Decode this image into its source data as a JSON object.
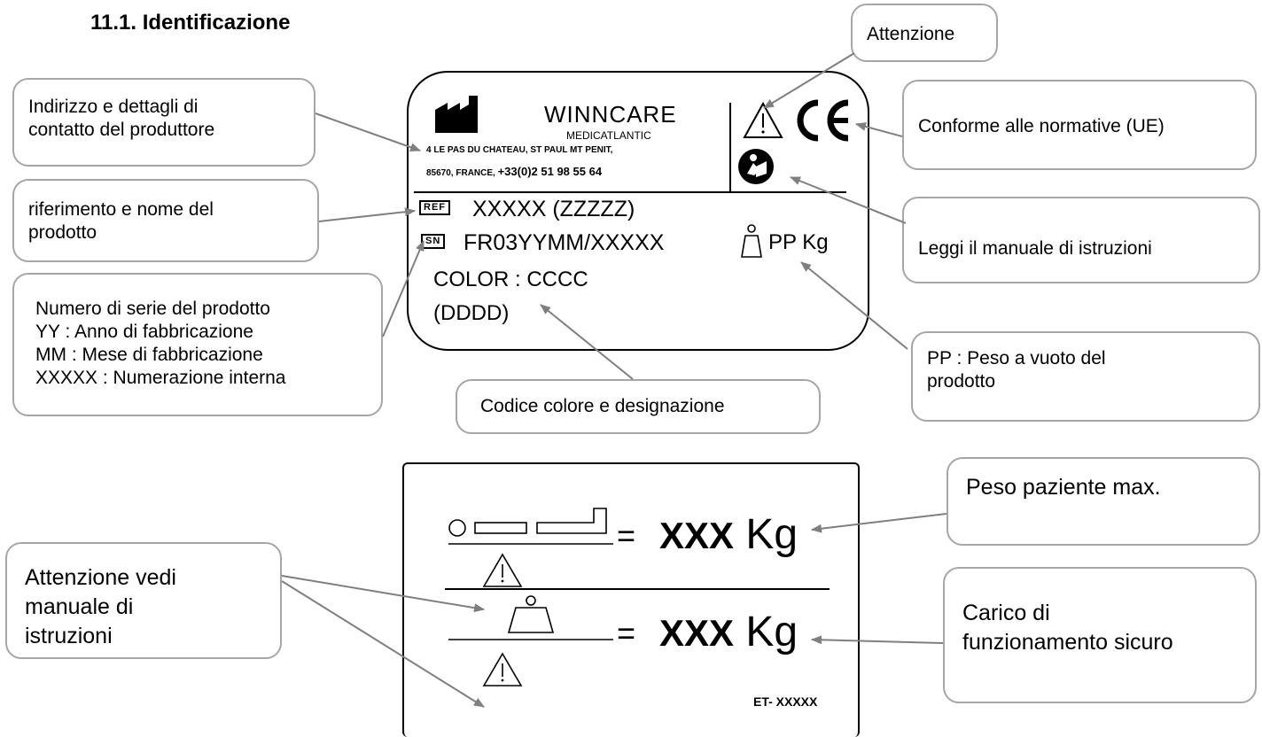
{
  "heading": "11.1. Identificazione",
  "label_top": {
    "brand": "WINNCARE",
    "division": "MEDICATLANTIC",
    "address_line1": "4 LE PAS DU CHATEAU, ST PAUL MT PENIT,",
    "address_line2": "85670, FRANCE, ",
    "phone": "+33(0)2 51 98 55 64",
    "ref_tag": "REF",
    "ref_value": "XXXXX (ZZZZZ)",
    "sn_tag": "SN",
    "sn_value": "FR03YYMM/XXXXX",
    "color_line": "COLOR : CCCC",
    "designation_line": "(DDDD)",
    "weight_value": "PP Kg",
    "ce_mark": "CE"
  },
  "label_bottom": {
    "max_patient_weight": "XXX",
    "max_patient_weight_unit": "Kg",
    "safe_working_load": "XXX",
    "safe_working_load_unit": "Kg",
    "equals": "=",
    "code": "ET- XXXXX"
  },
  "callouts": {
    "manufacturer": [
      "Indirizzo e dettagli di",
      "contatto del produttore"
    ],
    "reference": [
      "riferimento e nome del",
      "prodotto"
    ],
    "serial": [
      "Numero di serie del prodotto",
      "YY : Anno di fabbricazione",
      "MM : Mese di fabbricazione",
      "XXXXX : Numerazione interna"
    ],
    "color": "Codice colore e designazione",
    "warning": "Attenzione",
    "conformity": "Conforme alle normative (UE)",
    "manual": "Leggi il manuale di istruzioni",
    "empty_weight": [
      "PP : Peso a vuoto del",
      "prodotto"
    ],
    "patient_weight": "Peso paziente max.",
    "see_manual": [
      "Attenzione vedi",
      "manuale di",
      "istruzioni"
    ],
    "safe_load": [
      "Carico di",
      "funzionamento sicuro"
    ]
  },
  "colors": {
    "callout_border": "#a6a6a6",
    "arrow": "#7f7f7f",
    "label_border": "#000000"
  }
}
